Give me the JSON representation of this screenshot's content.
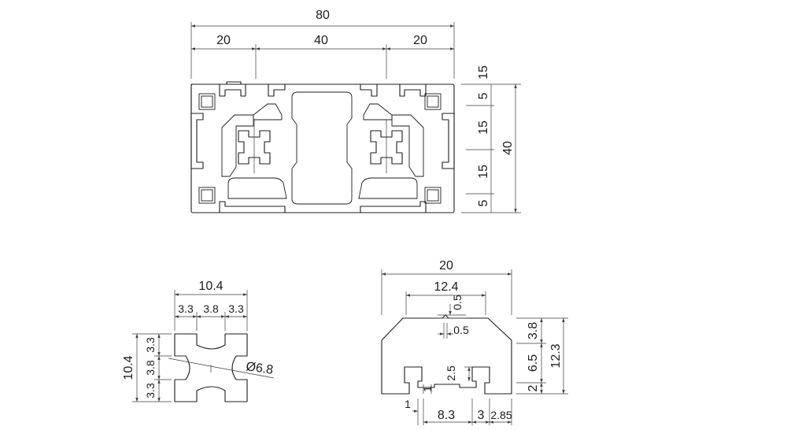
{
  "main_profile": {
    "width_total": "80",
    "width_left": "20",
    "width_middle": "40",
    "width_right": "20",
    "height_total": "40",
    "vertical_segments": [
      "15",
      "5",
      "15",
      "15",
      "5"
    ]
  },
  "core_detail": {
    "width": "10.4",
    "width_segments": [
      "3.3",
      "3.8",
      "3.3"
    ],
    "height": "10.4",
    "height_segments": [
      "3.3",
      "3.8",
      "3.3"
    ],
    "diameter": "Ø6.8"
  },
  "slot_detail": {
    "width": "20",
    "opening": "12.4",
    "top_offset": "0.5",
    "top_offset_b": "0.5",
    "right_segments": [
      "3.8",
      "6.5",
      "2"
    ],
    "right_total": "12.3",
    "slot_depth": "2.5",
    "lip": "1",
    "lip_b": "1",
    "bottom_segments": [
      "8.3",
      "3",
      "2.85"
    ]
  }
}
